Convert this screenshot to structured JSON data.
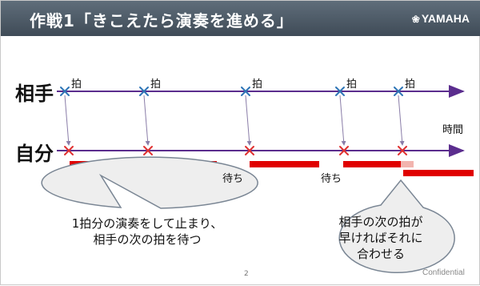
{
  "header": {
    "title": "作戦1「きこえたら演奏を進める」",
    "logo": "YAMAHA",
    "logo_mark": "❀"
  },
  "rows": {
    "opponent": "相手",
    "self": "自分"
  },
  "beat_label": "拍",
  "time_label": "時間",
  "wait_label": "待ち",
  "bubbles": {
    "left": {
      "line1": "1拍分の演奏をして止まり、",
      "line2": "相手の次の拍を待つ"
    },
    "right": {
      "line1": "相手の次の拍が",
      "line2": "早ければそれに",
      "line3": "合わせる"
    }
  },
  "footer": {
    "page": "2",
    "confidential": "Confidential"
  },
  "colors": {
    "header_bg": "#4a5866",
    "timeline": "#5b2d8e",
    "opponent_mark": "#2e75b6",
    "self_mark": "#e03030",
    "bar": "#e00000",
    "bar_light": "#f2b4ae"
  }
}
